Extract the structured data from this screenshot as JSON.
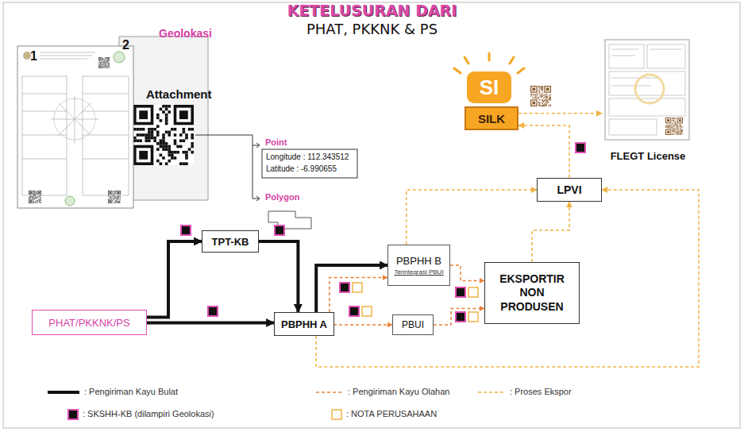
{
  "diagram": {
    "title": "KETELUSURAN DARI",
    "nodes": [
      {
        "text": [
          "SI"
        ]
      },
      {
        "text": [
          "SILK"
        ]
      },
      {
        "text": [
          "FLEGT License"
        ]
      },
      {
        "text": [
          "LPVI"
        ]
      },
      {
        "text": [
          "TPT-KB"
        ]
      },
      {
        "text": [
          "PBPHH B",
          "Terintegrasi PBUI"
        ]
      },
      {
        "text": [
          "EKSPORTIR NON PRODUSEN"
        ]
      },
      {
        "text": [
          "PHAT/PKKNK/PS"
        ]
      },
      {
        "text": [
          "PBPHH A"
        ]
      },
      {
        "text": [
          "PBUI"
        ]
      }
    ],
    "edges": [
      {
        "from": 7,
        "to": 4,
        "arrow": "to"
      },
      {
        "from": 7,
        "to": 8,
        "arrow": "to"
      },
      {
        "from": 4,
        "to": 8,
        "arrow": "to"
      },
      {
        "from": 8,
        "to": 5,
        "arrow": "to"
      },
      {
        "from": 8,
        "to": 5,
        "arrow": "to"
      },
      {
        "from": 8,
        "to": 9,
        "arrow": "to"
      },
      {
        "from": 5,
        "to": 6,
        "arrow": "to"
      },
      {
        "from": 9,
        "to": 6,
        "arrow": "to"
      },
      {
        "from": 5,
        "to": 3,
        "arrow": "to"
      },
      {
        "from": 6,
        "to": 3,
        "arrow": "to"
      },
      {
        "from": 8,
        "to": 3,
        "arrow": "to"
      },
      {
        "from": 3,
        "to": 1,
        "arrow": "to"
      },
      {
        "from": 1,
        "to": 2,
        "arrow": "to"
      }
    ],
    "labels": [
      "PHAT, PKKNK & PS",
      "1",
      "2",
      "Geolokasi",
      "Attachment",
      "Point",
      "Longitude : 112.343512",
      "Latitude : -6.990655",
      "Polygon"
    ],
    "legend": [
      {
        "text": ": Pengiriman Kayu Bulat"
      },
      {
        "text": ": Pengiriman Kayu Olahan"
      },
      {
        "text": ": Proses Ekspor"
      },
      {
        "text": ": SKSHH-KB (dilampiri Geolokasi)"
      },
      {
        "text": ": NOTA PERUSAHAAN"
      }
    ]
  }
}
